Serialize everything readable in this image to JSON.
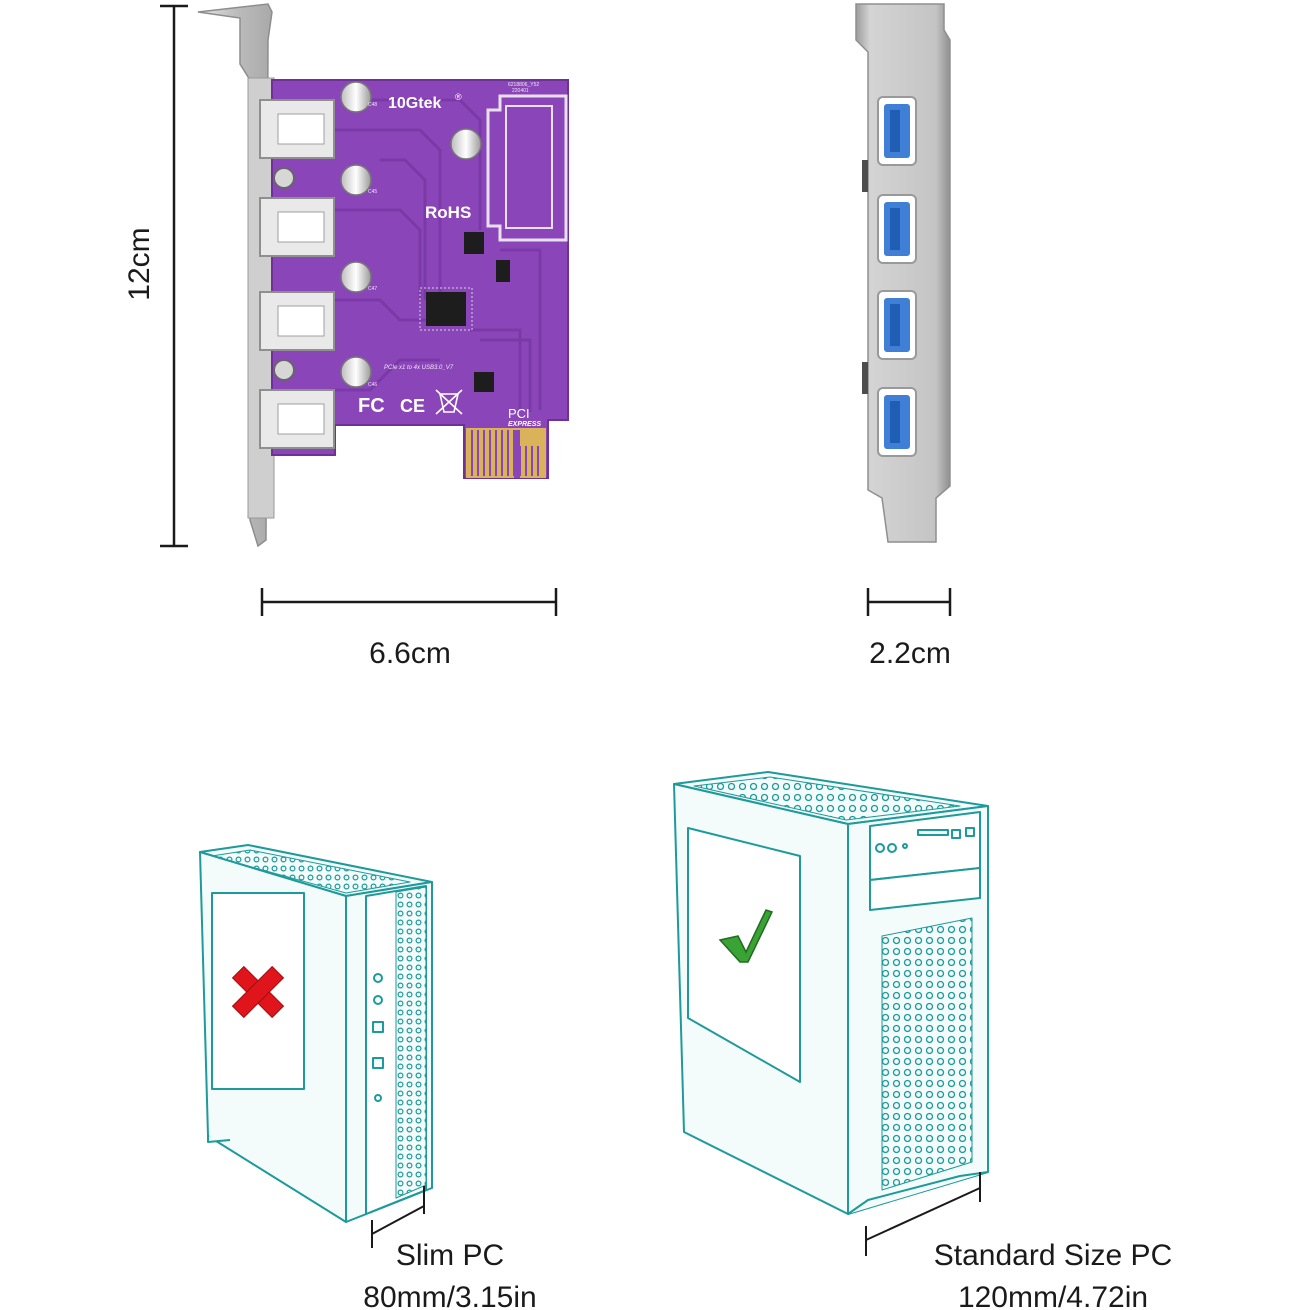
{
  "dimensions": {
    "height_label": "12cm",
    "width_label": "6.6cm",
    "depth_label": "2.2cm"
  },
  "card": {
    "brand": "10Gtek",
    "brand_mark": "®",
    "rohs": "RoHS",
    "model_silk": "PCIe x1 to 4x USB3.0_V7",
    "serial_silk": "6218806_Y52\n220401",
    "fc_mark": "FC",
    "ce_mark": "CE",
    "pci_logo": "PCI",
    "pci_express": "EXPRESS",
    "usb_port_count": 4,
    "pcb_color": "#8a46b8",
    "bracket_color": "#c9c9c9",
    "usb_blue": "#3f7fd6",
    "gold_color": "#d9b25a",
    "capacitor_labels": [
      "C48",
      "C45",
      "C47",
      "C46"
    ]
  },
  "pc_cases": {
    "slim": {
      "name": "Slim PC",
      "size": "80mm/3.15in",
      "compatible": false,
      "status_icon": "red-cross-icon"
    },
    "standard": {
      "name": "Standard Size PC",
      "size": "120mm/4.72in",
      "compatible": true,
      "status_icon": "green-check-icon"
    },
    "line_color": "#1e9a9a",
    "fill_color": "#f3fbfb"
  },
  "colors": {
    "cross": "#e0141b",
    "check": "#3aa335",
    "dimension_line": "#1a1a1a"
  }
}
